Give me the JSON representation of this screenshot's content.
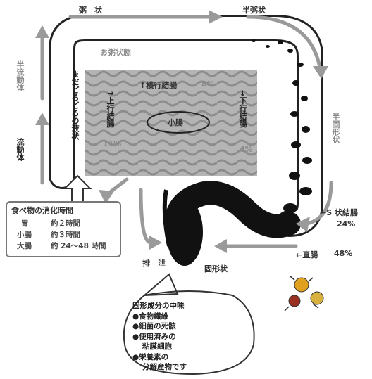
{
  "flow_labels": {
    "mushy": "粥　状",
    "semi_mushy": "半粥状",
    "semi_fluid": "半流動体",
    "fluid": "流動体",
    "mushy_transverse": "お粥状態",
    "semi_solid": "半固形状",
    "solid": "固形状"
  },
  "colon_sections": {
    "transverse": "↑横行結腸",
    "transverse_pct": "8%",
    "ascending": "↑上行結腸",
    "ascending_pct": "11%",
    "descending": "→下行結腸",
    "descending_pct": "4%",
    "small_intestine": "小腸",
    "still_liquid": "まだどろどろの液状",
    "sigmoid": "←S 状結腸",
    "sigmoid_pct": "24%",
    "rectum": "←直腸",
    "rectum_pct": "48%",
    "excretion": "排　泄"
  },
  "digestion_box": {
    "title": "食べ物の消化時間",
    "rows": [
      {
        "organ": "胃",
        "time": "約２時間"
      },
      {
        "organ": "小腸",
        "time": "約３時間"
      },
      {
        "organ": "大腸",
        "time": "約 24〜48 時間"
      }
    ]
  },
  "bubble": {
    "title": "固形成分の中味",
    "items": [
      "●食物繊維",
      "●細菌の死骸",
      "●使用済みの",
      "粘膜細胞",
      "●栄養素の",
      "分解産物です"
    ]
  },
  "colors": {
    "outline": "#222222",
    "grey_arrow": "#9a9a9a",
    "dark_stool": "#111111",
    "small_intestine_fill": "#a8a8a8"
  }
}
